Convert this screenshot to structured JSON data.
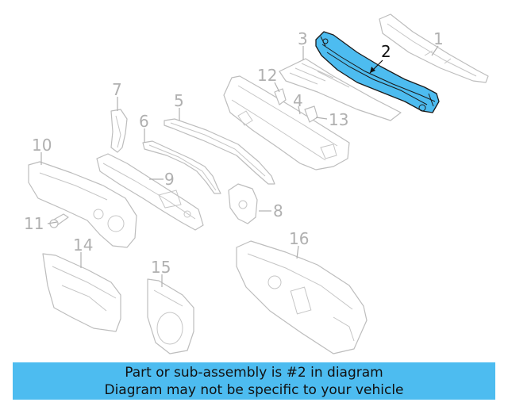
{
  "diagram": {
    "callouts": {
      "c1": "1",
      "c2": "2",
      "c3": "3",
      "c4": "4",
      "c5": "5",
      "c6": "6",
      "c7": "7",
      "c8": "8",
      "c9": "9",
      "c10": "10",
      "c11": "11",
      "c12": "12",
      "c13": "13",
      "c14": "14",
      "c15": "15",
      "c16": "16"
    },
    "highlighted_part": "2",
    "colors": {
      "highlight": "#4dbcf0",
      "outline": "#bdbdbd",
      "callout": "#b0b0b0"
    }
  },
  "banner": {
    "line1": "Part or sub-assembly is #2 in diagram",
    "line2": "Diagram may not be specific to your vehicle"
  }
}
